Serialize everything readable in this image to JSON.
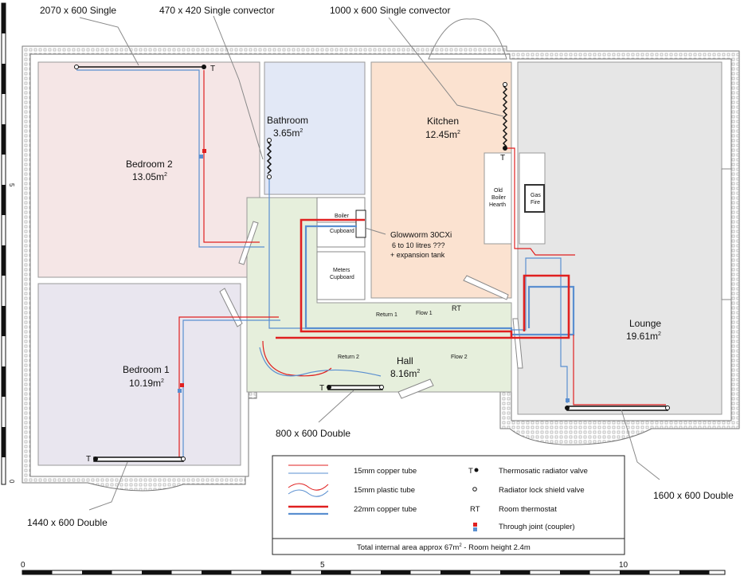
{
  "radiators": {
    "bed2": "2070 x 600 Single",
    "bath": "470 x 420 Single convector",
    "kitchen": "1000 x 600 Single convector",
    "bed1": "1440 x 600 Double",
    "hall": "800 x 600 Double",
    "lounge": "1600 x 600 Double"
  },
  "rooms": {
    "bed2": {
      "name": "Bedroom 2",
      "area": "13.05m",
      "sup": "2"
    },
    "bath": {
      "name": "Bathroom",
      "area": "3.65m",
      "sup": "2"
    },
    "kitchen": {
      "name": "Kitchen",
      "area": "12.45m",
      "sup": "2"
    },
    "bed1": {
      "name": "Bedroom 1",
      "area": "10.19m",
      "sup": "2"
    },
    "hall": {
      "name": "Hall",
      "area": "8.16m",
      "sup": "2"
    },
    "lounge": {
      "name": "Lounge",
      "area": "19.61m",
      "sup": "2"
    }
  },
  "fixtures": {
    "boiler_1": "Boiler",
    "boiler_2": "Cupboard",
    "meters_1": "Meters",
    "meters_2": "Cupboard",
    "hearth_1": "Old",
    "hearth_2": "Boiler",
    "hearth_3": "Hearth",
    "gas_1": "Gas",
    "gas_2": "Fire",
    "boiler_note_1": "Glowworm 30CXi",
    "boiler_note_2": "6 to 10 litres ???",
    "boiler_note_3": "+ expansion tank"
  },
  "markers": {
    "trv": "T",
    "rt": "RT"
  },
  "pipes": {
    "return1": "Return 1",
    "flow1": "Flow 1",
    "return2": "Return 2",
    "flow2": "Flow 2"
  },
  "legend": {
    "copper15": "15mm copper tube",
    "plastic15": "15mm plastic tube",
    "copper22": "22mm copper tube",
    "trv": "Thermosatic radiator valve",
    "lockshield": "Radiator lock shield valve",
    "rt": "Room thermostat",
    "joint": "Through joint (coupler)",
    "rt_symbol": "RT",
    "trv_symbol": "T",
    "footer": "Total internal area approx 67m",
    "footer_sup": "2",
    "footer_tail": " - Room height 2.4m"
  },
  "scale": {
    "x0": "0",
    "x5": "5",
    "x10": "10",
    "y0": "0",
    "y5": "5"
  },
  "colors": {
    "flow": "#e02020",
    "ret": "#5a8fd0",
    "bed2": "#f5e6e6",
    "bath": "#e2e8f6",
    "kitchen": "#fbe2d0",
    "bed1": "#e9e6ef",
    "hall": "#e6efdc",
    "lounge": "#e6e6e6",
    "wall": "#888888"
  }
}
